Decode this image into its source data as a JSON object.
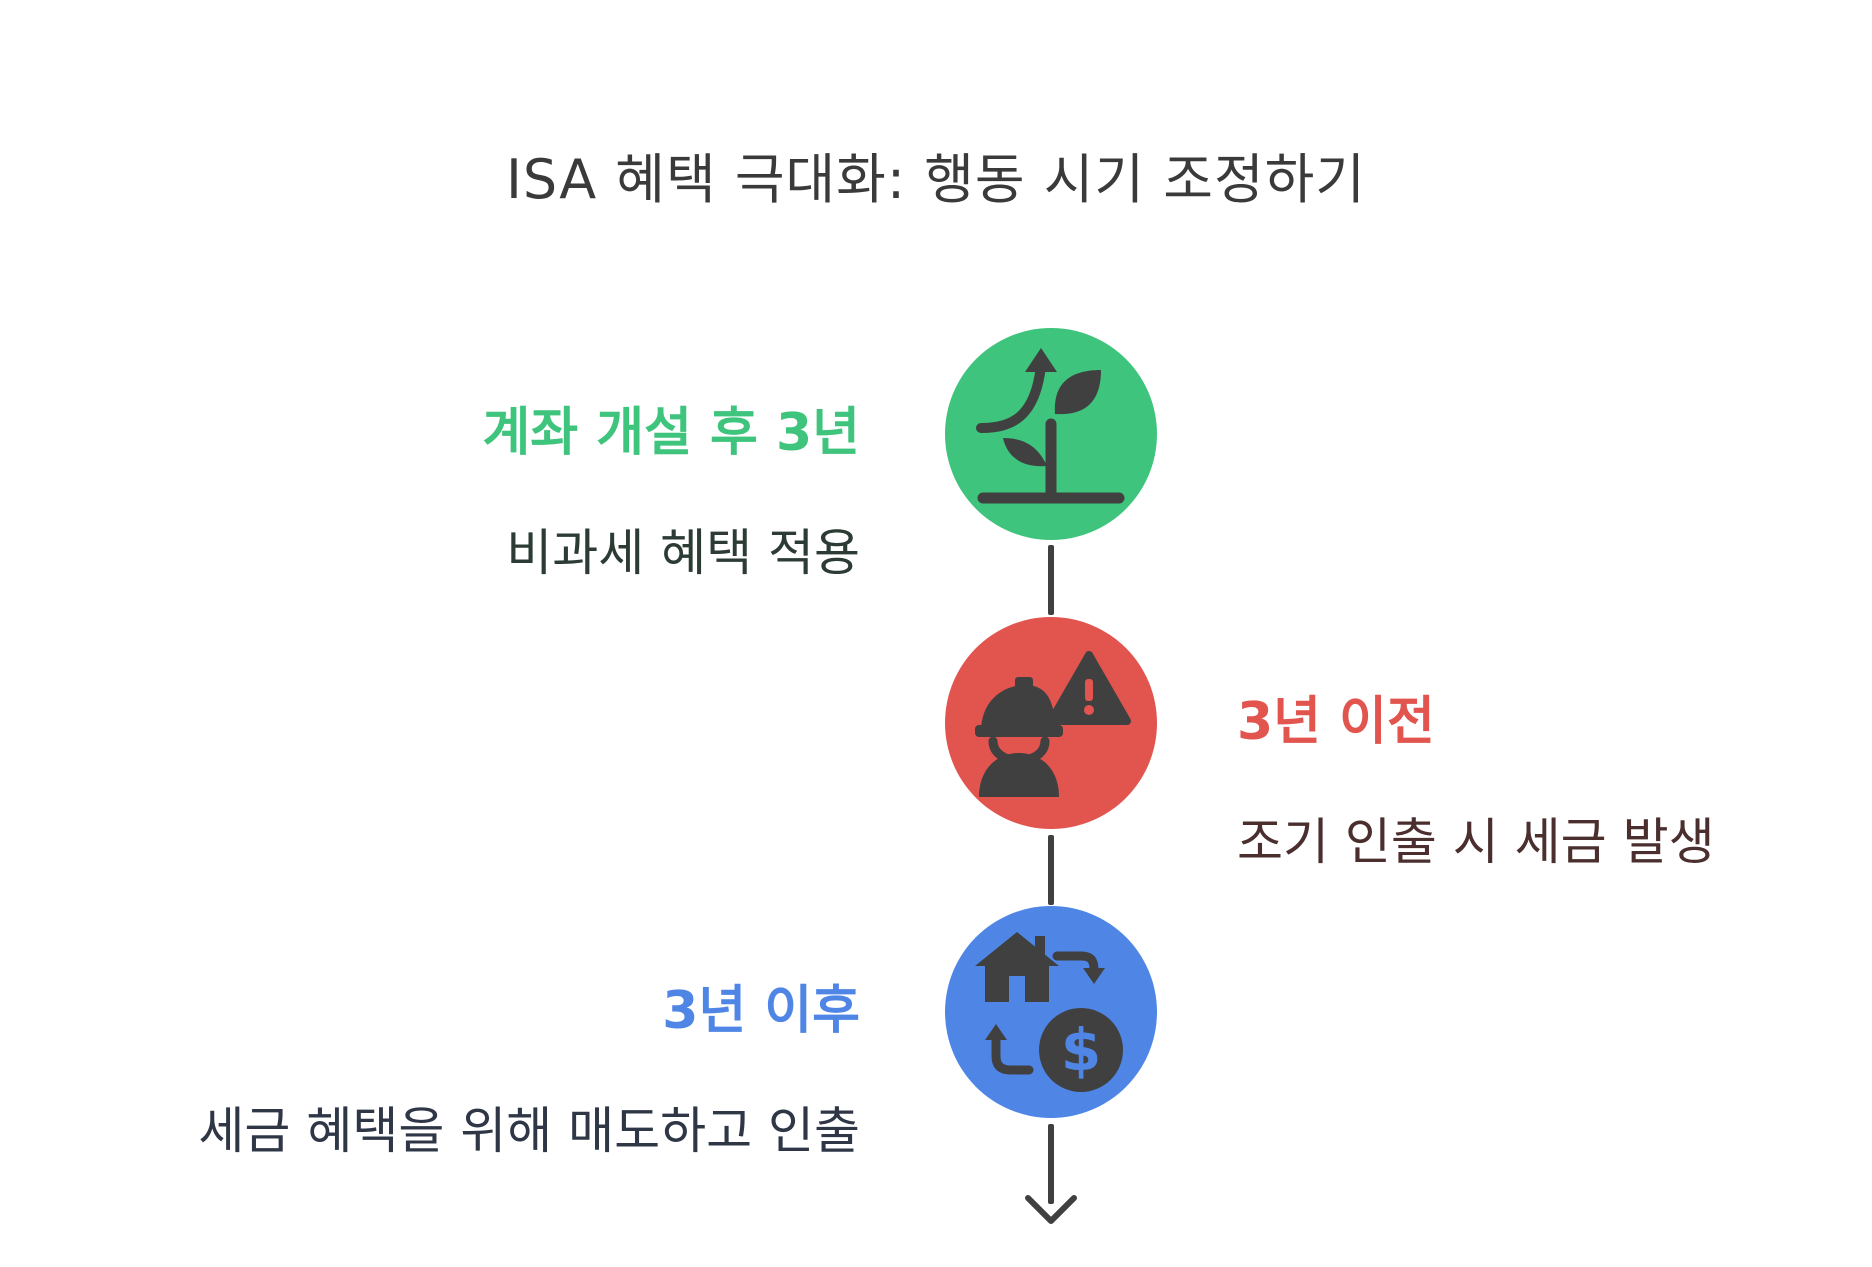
{
  "title": "ISA 혜택 극대화: 행동 시기 조정하기",
  "colors": {
    "green": "#3ec47c",
    "red": "#e2554f",
    "blue": "#4f86e6",
    "icon": "#404040",
    "connector": "#404040"
  },
  "steps": [
    {
      "heading": "계좌 개설 후 3년",
      "description": "비과세 혜택 적용",
      "icon": "sprouting-plant-growth-arrow-icon",
      "color": "#3ec47c",
      "heading_color": "#3ec47c",
      "desc_color": "#2c3b33"
    },
    {
      "heading": "3년 이전",
      "description": "조기 인출 시 세금 발생",
      "icon": "worker-with-warning-sign-icon",
      "color": "#e2554f",
      "heading_color": "#e2554f",
      "desc_color": "#4a2f2e"
    },
    {
      "heading": "3년 이후",
      "description": "세금 혜택을 위해 매도하고 인출",
      "icon": "house-exchange-dollar-icon",
      "color": "#4f86e6",
      "heading_color": "#4f86e6",
      "desc_color": "#2f3747"
    }
  ]
}
